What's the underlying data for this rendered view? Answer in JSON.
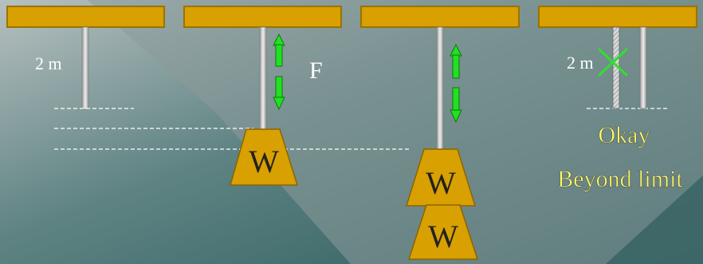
{
  "labels": {
    "length_left": "2 m",
    "force": "F",
    "weight_1": "W",
    "weight_2": "W",
    "weight_3": "W",
    "length_right": "2 m",
    "okay": "Okay",
    "beyond": "Beyond limit"
  },
  "colors": {
    "beam": "#d8a000",
    "beam_edge": "#9a7300",
    "weight": "#d8a000",
    "rod": "#d4d4d4",
    "arrow": "#22e022",
    "cross": "#33dd33",
    "background_dark": "#2e5f5f",
    "background_light": "#a9b3b3"
  },
  "icons": {
    "arrow_up": "arrow-up-icon",
    "arrow_down": "arrow-down-icon",
    "cross": "cross-icon"
  }
}
